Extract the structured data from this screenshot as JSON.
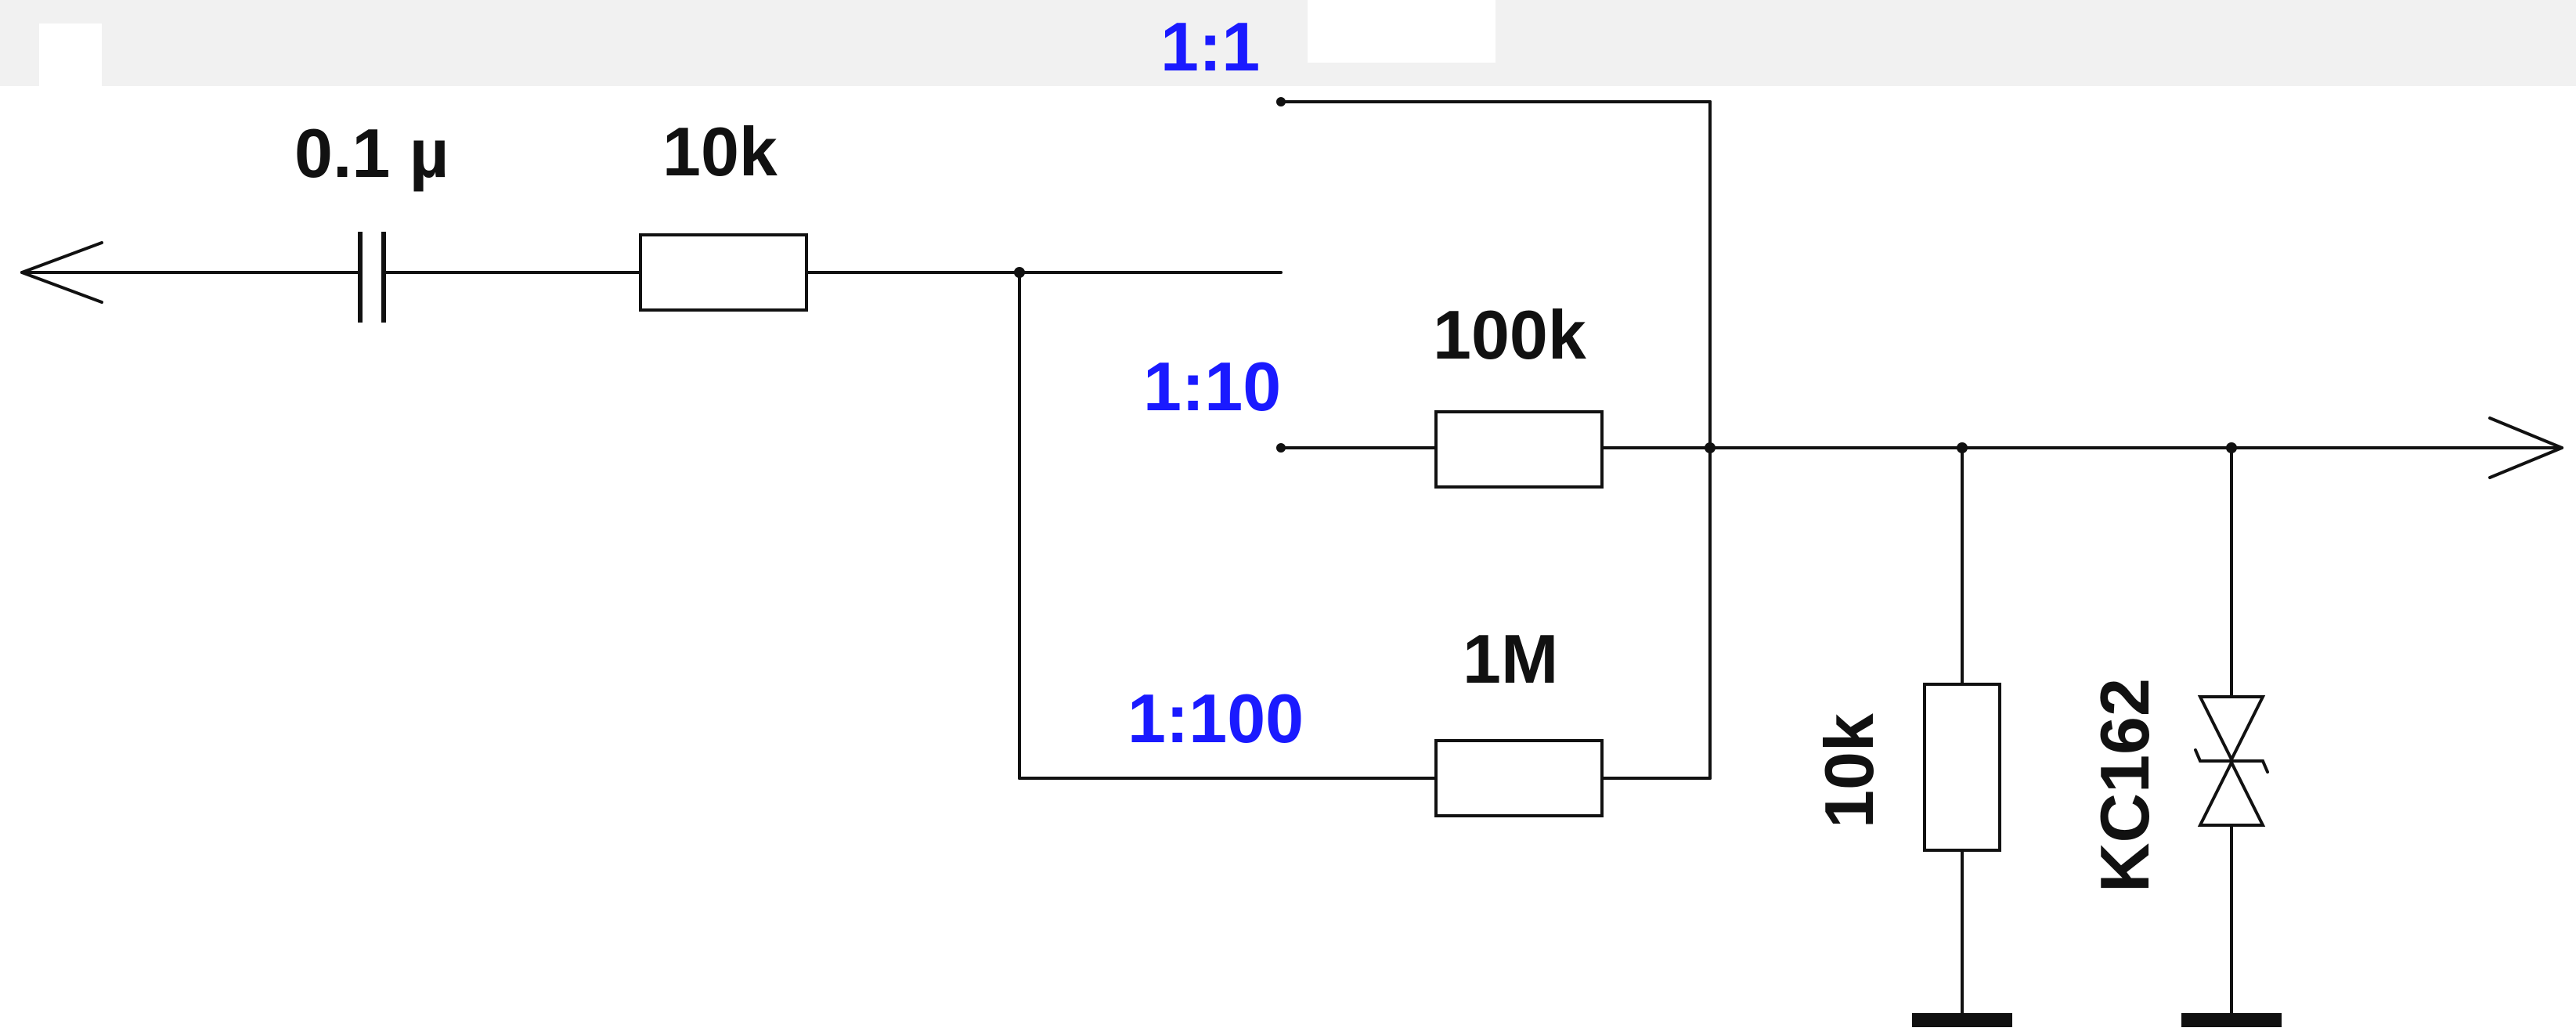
{
  "diagram": {
    "labels": {
      "capacitor": "0.1 µ",
      "resistor_series": "10k",
      "resistor_100k": "100k",
      "resistor_1m": "1M",
      "resistor_load": "10k",
      "diode": "KC162"
    },
    "switch_positions": {
      "ratio_1_1": "1:1",
      "ratio_1_10": "1:10",
      "ratio_1_100": "1:100"
    },
    "colors": {
      "wire": "#111111",
      "switch_label": "#1a1aff",
      "background": "#ffffff"
    }
  }
}
